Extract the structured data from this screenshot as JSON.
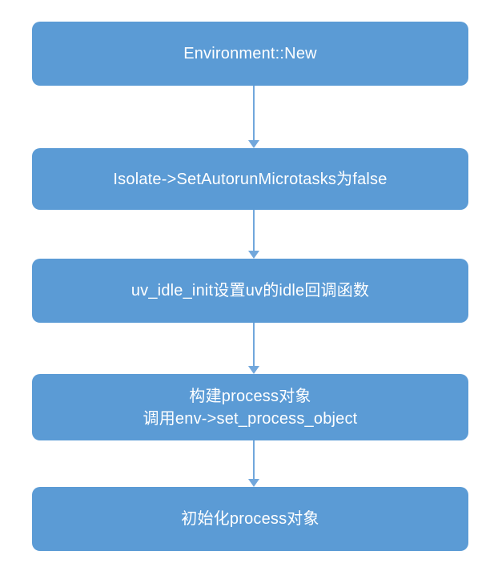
{
  "diagram": {
    "type": "flowchart",
    "direction": "top-down",
    "nodes": [
      {
        "label": "Environment::New"
      },
      {
        "label": "Isolate->SetAutorunMicrotasks为false"
      },
      {
        "label": "uv_idle_init设置uv的idle回调函数"
      },
      {
        "label": "构建process对象\n调用env->set_process_object"
      },
      {
        "label": "初始化process对象"
      }
    ],
    "edges": [
      {
        "from": 0,
        "to": 1
      },
      {
        "from": 1,
        "to": 2
      },
      {
        "from": 2,
        "to": 3
      },
      {
        "from": 3,
        "to": 4
      }
    ],
    "colors": {
      "node_fill": "#5b9bd5",
      "node_text": "#ffffff",
      "arrow": "#71a7dc",
      "background": "#ffffff"
    }
  }
}
